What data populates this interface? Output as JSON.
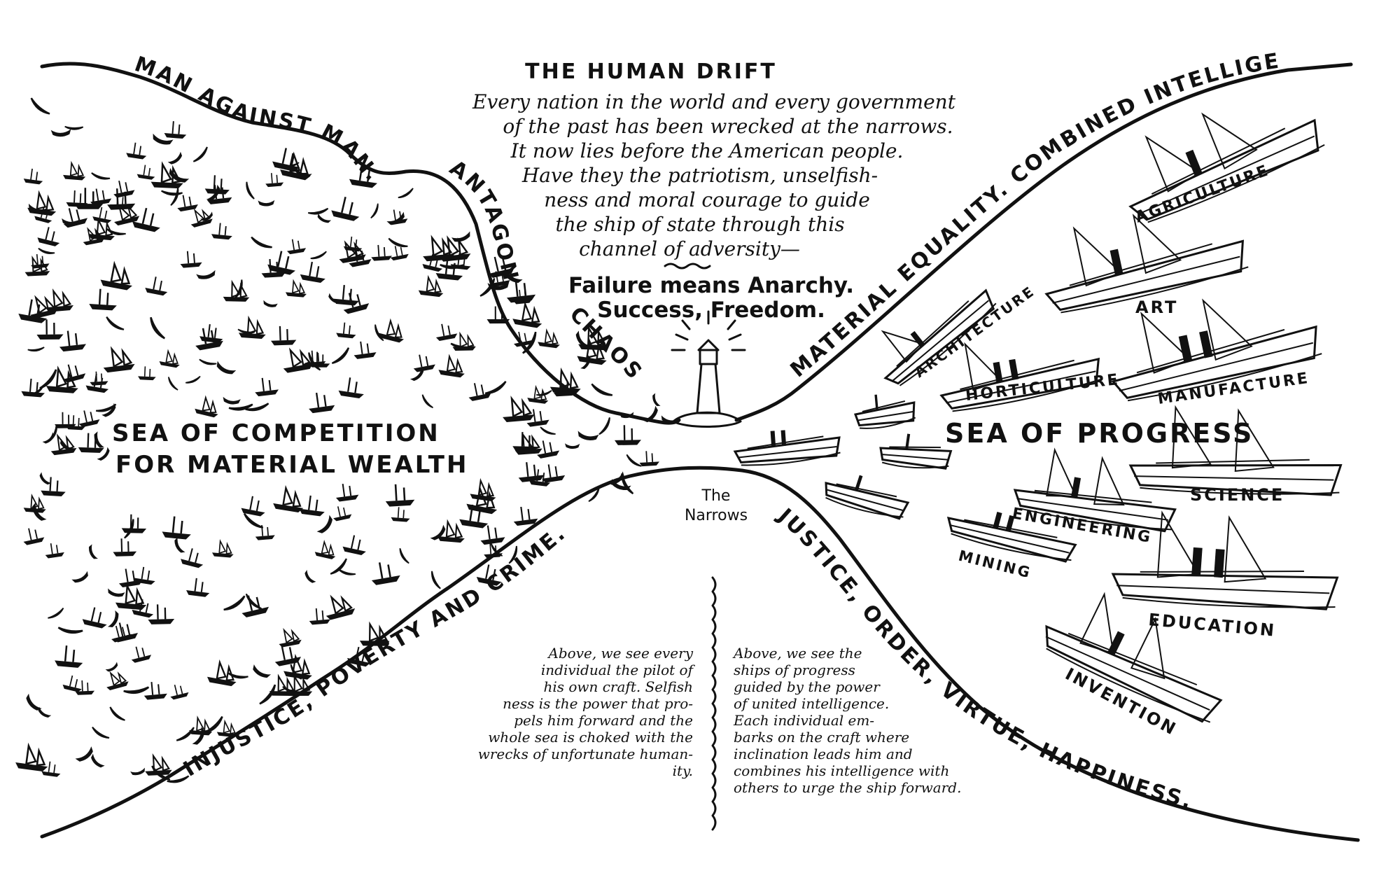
{
  "title": "THE HUMAN DRIFT",
  "intro_lines": [
    "Every nation in the world and every government",
    "of the past has been wrecked at the narrows.",
    "It now lies before the American people.",
    "Have they the patriotism, unselfish-",
    "ness and moral courage to guide",
    "the ship of state through this",
    "channel of adversity—"
  ],
  "motto_lines": [
    "Failure means Anarchy.",
    "Success, Freedom."
  ],
  "left_bank_top": "MAN AGAINST MAN.",
  "antagonism": "ANTAGONISM.",
  "chaos": "CHAOS.",
  "right_bank_top": "MATERIAL EQUALITY. COMBINED INTELLIGENCE",
  "left_bank_bottom": "INJUSTICE, POVERTY AND CRIME.",
  "right_bank_bottom": "JUSTICE, ORDER, VIRTUE, HAPPINESS.",
  "sea_left": [
    "SEA OF COMPETITION",
    "FOR MATERIAL WEALTH"
  ],
  "sea_right": "SEA OF PROGRESS",
  "narrows": [
    "The",
    "Narrows"
  ],
  "ship_labels": {
    "agriculture": "AGRICULTURE",
    "art": "ART",
    "architecture": "ARCHITECTURE",
    "horticulture": "HORTICULTURE",
    "manufacture": "MANUFACTURE",
    "science": "SCIENCE",
    "engineering": "ENGINEERING",
    "mining": "MINING",
    "education": "EDUCATION",
    "invention": "INVENTION"
  },
  "caption_left": [
    "Above, we see every",
    "individual the pilot of",
    "his own craft. Selfish",
    "ness is the power that pro-",
    "pels him forward and the",
    "whole sea is choked with the",
    "wrecks of unfortunate human-",
    "ity."
  ],
  "caption_right": [
    "Above, we see the",
    "ships of progress",
    "guided by the power",
    "of united intelligence.",
    "Each individual em-",
    "barks on the craft where",
    "inclination leads him and",
    "combines his intelligence with",
    "others to urge the ship forward."
  ]
}
